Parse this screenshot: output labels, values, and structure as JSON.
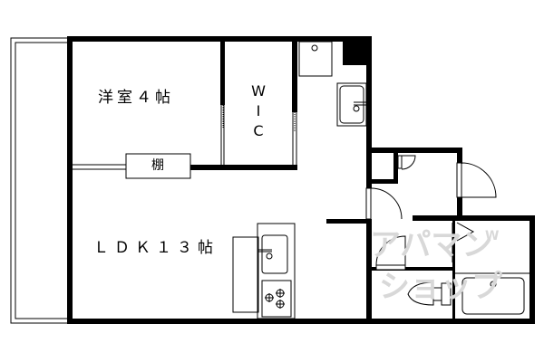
{
  "floorplan": {
    "rooms": {
      "western_room": "洋室４帖",
      "ldk": "ＬＤＫ１３帖",
      "wic": [
        "W",
        "I",
        "C"
      ],
      "shelf": "棚"
    },
    "watermark": {
      "line1": "アパマン",
      "line2": "ショップ",
      "superscript": "W"
    },
    "colors": {
      "wall": "#000000",
      "line": "#000000",
      "background": "#ffffff",
      "watermark": "#d8d8d8"
    }
  }
}
